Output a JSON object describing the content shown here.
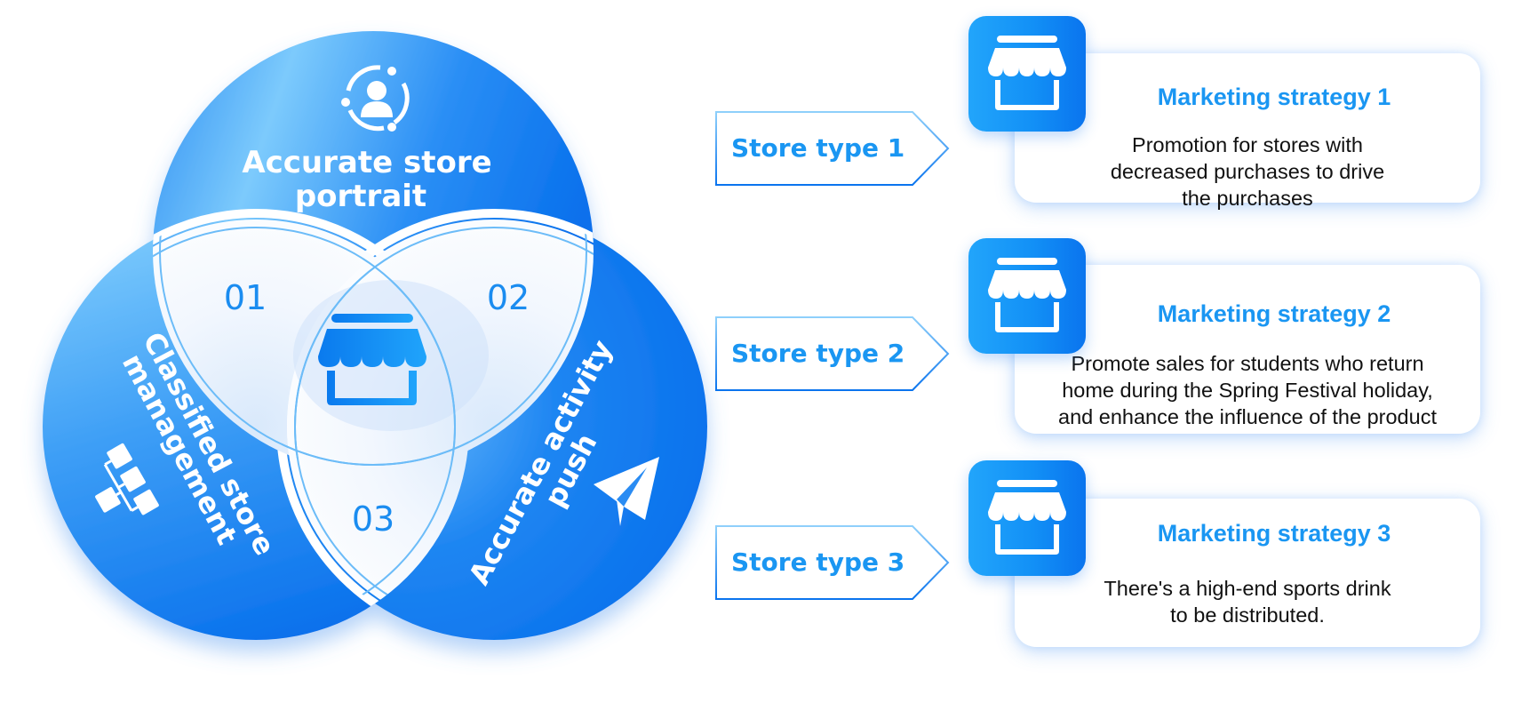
{
  "venn": {
    "top": {
      "label_line1": "Accurate store",
      "label_line2": "portrait",
      "icon": "user-profile-icon"
    },
    "left": {
      "label_line1": "Classified store",
      "label_line2": "management",
      "icon": "hierarchy-icon"
    },
    "right": {
      "label_line1": "Accurate activity",
      "label_line2": "push",
      "icon": "paper-plane-icon"
    },
    "intersections": [
      "01",
      "02",
      "03"
    ],
    "center_icon": "store-icon"
  },
  "store_types": [
    {
      "label": "Store type 1"
    },
    {
      "label": "Store type 2"
    },
    {
      "label": "Store type 3"
    }
  ],
  "strategies": [
    {
      "title": "Marketing strategy 1",
      "description": "Promotion for stores with decreased purchases to drive the purchases",
      "icon": "store-icon"
    },
    {
      "title": "Marketing strategy 2",
      "description": "Promote sales for students who return home during the Spring Festival holiday, and enhance the influence of the product",
      "icon": "store-icon"
    },
    {
      "title": "Marketing strategy 3",
      "description": "There's a high-end sports drink to be distributed.",
      "icon": "store-icon"
    }
  ],
  "colors": {
    "primary_blue": "#0a74ee",
    "light_blue": "#7cc8fb",
    "accent_text": "#1a96f2",
    "body_text": "#111111"
  }
}
